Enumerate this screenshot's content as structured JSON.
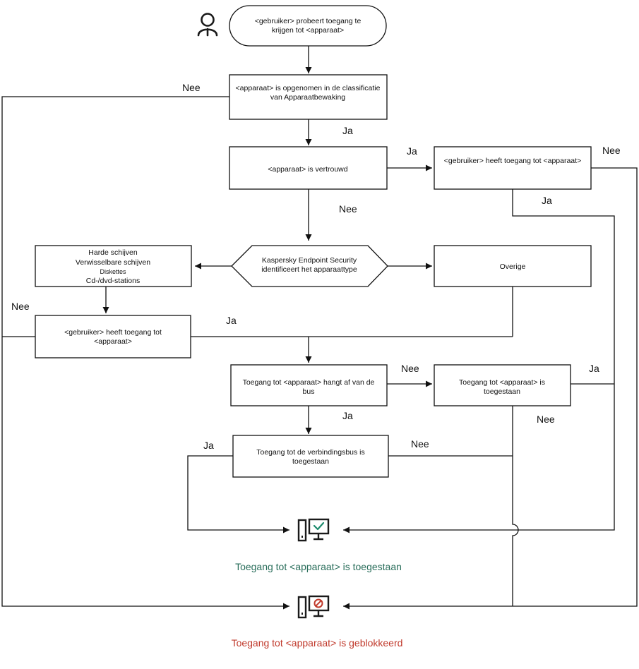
{
  "colors": {
    "line": "#111111",
    "icon": "#1a1a1a",
    "allowed": "#2a6e5b",
    "allowed_check": "#1c8a6c",
    "blocked": "#c0392b"
  },
  "nodes": {
    "start": [
      "<gebruiker> probeert toegang te",
      "krijgen tot <apparaat>"
    ],
    "in_classification": [
      "<apparaat> is opgenomen in de classificatie",
      "van Apparaatbewaking"
    ],
    "trusted": [
      "<apparaat> is vertrouwd"
    ],
    "user_access_trusted": [
      "<gebruiker> heeft toegang tot <apparaat>"
    ],
    "identify_type": [
      "Kaspersky Endpoint Security",
      "identificeert het apparaattype"
    ],
    "storage_types": [
      "Harde schijven",
      "Verwisselbare schijven",
      "Diskettes",
      "Cd-/dvd-stations"
    ],
    "other": [
      "Overige"
    ],
    "user_access_storage": [
      "<gebruiker> heeft toegang tot",
      "<apparaat>"
    ],
    "depends_on_bus": [
      "Toegang tot <apparaat> hangt af van de",
      "bus"
    ],
    "device_allowed": [
      "Toegang tot <apparaat> is",
      "toegestaan"
    ],
    "bus_allowed": [
      "Toegang tot de verbindingsbus is",
      "toegestaan"
    ]
  },
  "edge_labels": {
    "classification_no": "Nee",
    "classification_yes": "Ja",
    "trusted_yes": "Ja",
    "trusted_no": "Nee",
    "user_trusted_no": "Nee",
    "user_trusted_yes": "Ja",
    "storage_no": "Nee",
    "storage_yes": "Ja",
    "bus_dep_no": "Nee",
    "bus_dep_yes": "Ja",
    "device_allowed_yes": "Ja",
    "device_allowed_no": "Nee",
    "bus_allowed_yes": "Ja",
    "bus_allowed_no": "Nee"
  },
  "results": {
    "allowed_label": "Toegang tot <apparaat> is toegestaan",
    "blocked_label": "Toegang tot <apparaat> is geblokkeerd"
  },
  "icons": {
    "user": "user-icon",
    "allowed": "computer-check-icon",
    "blocked": "computer-blocked-icon"
  }
}
